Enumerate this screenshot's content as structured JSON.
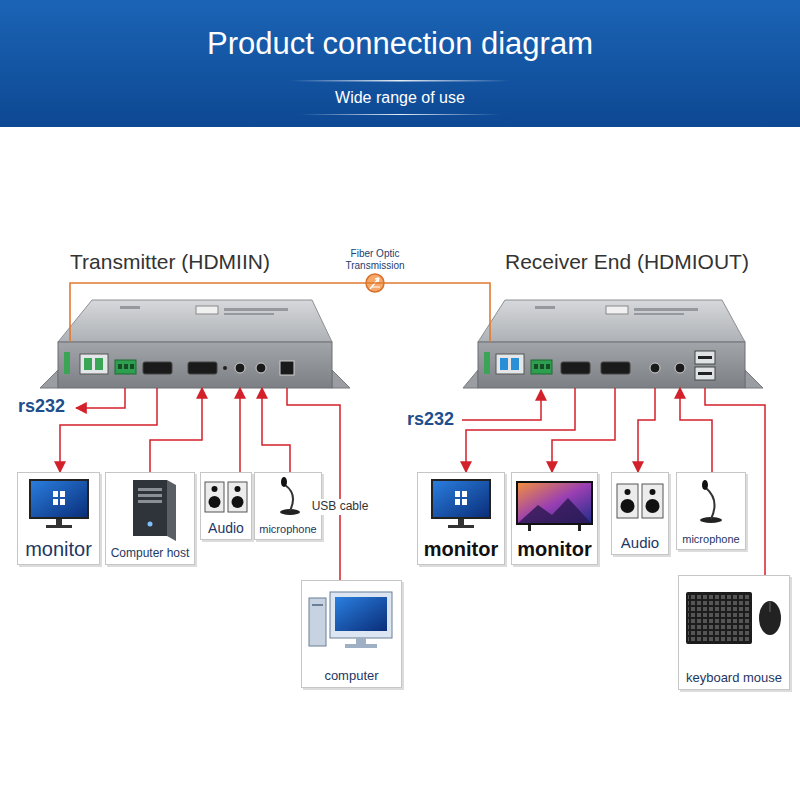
{
  "diagram": {
    "title": "Product connection diagram",
    "nodes": [
      {
        "text": [
          "Transmitter (HDMIIN)"
        ]
      },
      {
        "text": [
          "monitor"
        ]
      },
      {
        "text": [
          "Computer host"
        ]
      },
      {
        "text": [
          "Audio"
        ]
      },
      {
        "text": [
          "microphone"
        ]
      },
      {
        "text": [
          "computer"
        ]
      },
      {
        "text": [
          "Receiver End (HDMIOUT)"
        ]
      },
      {
        "text": [
          "monitor"
        ]
      },
      {
        "text": [
          "monitor"
        ]
      },
      {
        "text": [
          "Audio"
        ]
      },
      {
        "text": [
          "microphone"
        ]
      },
      {
        "text": [
          "keyboard mouse"
        ]
      }
    ],
    "edges": [
      {
        "from": 0,
        "to": 6,
        "label": "Fiber Optic Transmission",
        "arrow": "none"
      },
      {
        "from": 0,
        "to": 1,
        "arrow": "to"
      },
      {
        "from": 2,
        "to": 0,
        "arrow": "to"
      },
      {
        "from": 3,
        "to": 0,
        "arrow": "to"
      },
      {
        "from": 4,
        "to": 0,
        "arrow": "to"
      },
      {
        "from": 0,
        "to": 5,
        "arrow": "none"
      },
      {
        "from": 6,
        "to": 7,
        "arrow": "to"
      },
      {
        "from": 6,
        "to": 8,
        "arrow": "to"
      },
      {
        "from": 6,
        "to": 9,
        "arrow": "to"
      },
      {
        "from": 10,
        "to": 6,
        "arrow": "to"
      },
      {
        "from": 6,
        "to": 11,
        "arrow": "none"
      }
    ],
    "labels": [
      "Wide range of use",
      "rs232",
      "USB cable",
      "rs232"
    ]
  }
}
